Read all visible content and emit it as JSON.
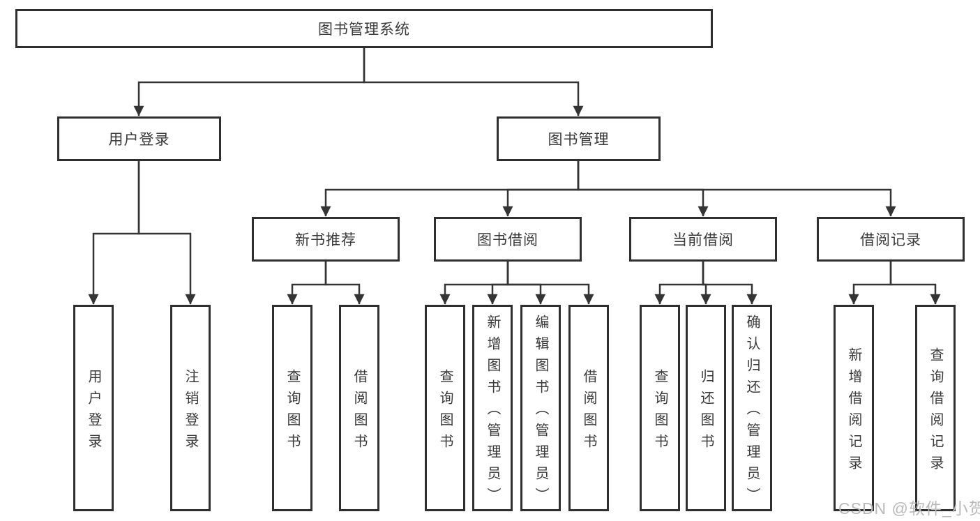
{
  "tree": {
    "root": {
      "label": "图书管理系统"
    },
    "branches": [
      {
        "label": "用户登录",
        "leaves": [
          "用户登录",
          "注销登录"
        ]
      },
      {
        "label": "图书管理",
        "groups": [
          {
            "label": "新书推荐",
            "leaves": [
              "查询图书",
              "借阅图书"
            ]
          },
          {
            "label": "图书借阅",
            "leaves": [
              "查询图书",
              "新增图书（管理员）",
              "编辑图书（管理员）",
              "借阅图书"
            ]
          },
          {
            "label": "当前借阅",
            "leaves": [
              "查询图书",
              "归还图书",
              "确认归还（管理员）"
            ]
          },
          {
            "label": "借阅记录",
            "leaves": [
              "新增借阅记录",
              "查询借阅记录"
            ]
          }
        ]
      }
    ]
  },
  "colors": {
    "line": "#343434",
    "box_border": "#2f2f2f",
    "text": "#3a3a3a",
    "watermark": "#b9b9b9",
    "background": "#ffffff"
  },
  "watermark": {
    "text": "CSDN @软件_小贺同学"
  }
}
